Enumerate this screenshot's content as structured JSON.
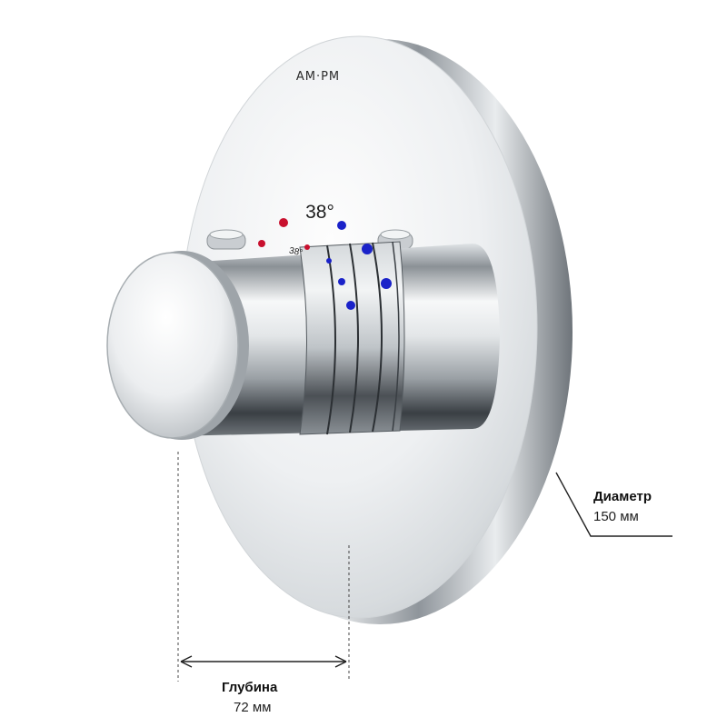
{
  "brand": {
    "logo_text": "AM·PM"
  },
  "dial": {
    "temperature_label": "38°",
    "scale_label": "38°",
    "hot_color": "#c8102e",
    "cold_color": "#1a22c9"
  },
  "dimensions": {
    "diameter": {
      "title": "Диаметр",
      "value": "150 мм"
    },
    "depth": {
      "title": "Глубина",
      "value": "72 мм"
    }
  }
}
